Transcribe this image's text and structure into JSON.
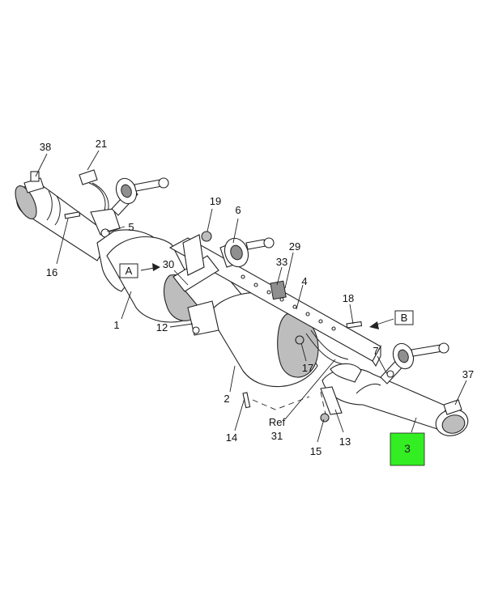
{
  "callouts": {
    "c38": "38",
    "c21": "21",
    "c16": "16",
    "c5": "5",
    "c19": "19",
    "c6": "6",
    "c29": "29",
    "c30": "30",
    "c33": "33",
    "c4": "4",
    "c1": "1",
    "c12": "12",
    "c18": "18",
    "c17": "17",
    "c7": "7",
    "c37": "37",
    "c2": "2",
    "c14": "14",
    "c15": "15",
    "c13": "13",
    "c3": "3",
    "ref_word": "Ref",
    "ref_num": "31"
  },
  "view_boxes": {
    "a": "A",
    "b": "B"
  },
  "highlight": {
    "label": "3",
    "color": "#33ee22"
  }
}
